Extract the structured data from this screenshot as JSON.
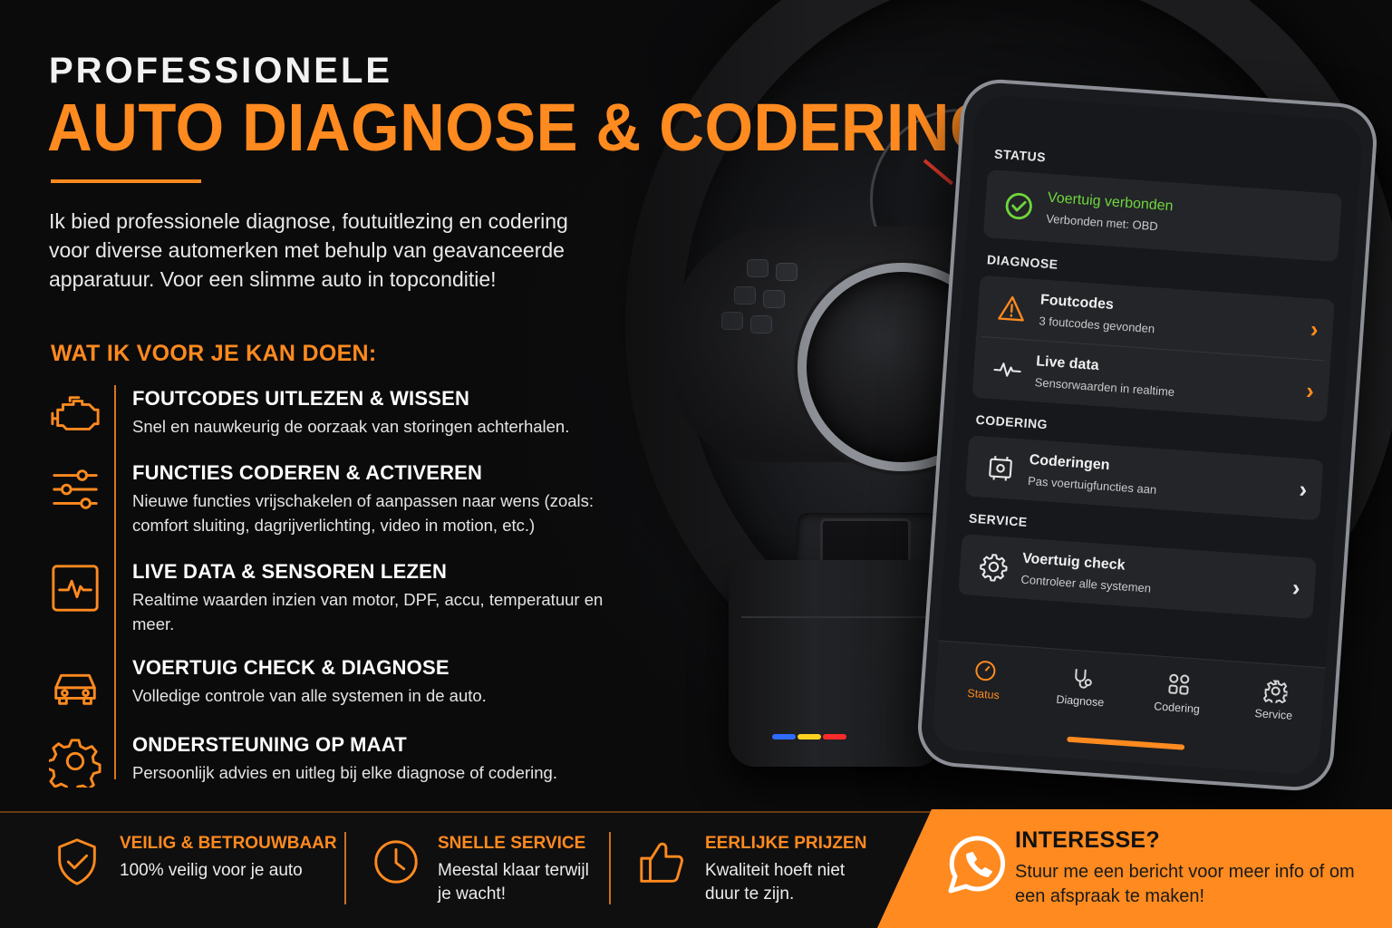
{
  "header": {
    "pre_title": "PROFESSIONELE",
    "main_title": "AUTO DIAGNOSE & CODERING",
    "intro": "Ik bied professionele diagnose, foutuitlezing en codering voor diverse automerken met behulp van geavanceerde apparatuur. Voor een slimme auto in topconditie!"
  },
  "services": {
    "heading": "WAT IK VOOR JE KAN DOEN:",
    "items": [
      {
        "icon": "engine-icon",
        "title": "FOUTCODES UITLEZEN & WISSEN",
        "desc": "Snel en nauwkeurig de oorzaak van storingen achterhalen."
      },
      {
        "icon": "sliders-icon",
        "title": "FUNCTIES CODEREN & ACTIVEREN",
        "desc": "Nieuwe functies vrijschakelen of aanpassen naar wens (zoals: comfort sluiting, dagrijverlichting, video in motion, etc.)"
      },
      {
        "icon": "pulse-monitor-icon",
        "title": "LIVE DATA & SENSOREN LEZEN",
        "desc": "Realtime waarden inzien van motor, DPF, accu, temperatuur en meer."
      },
      {
        "icon": "car-icon",
        "title": "VOERTUIG CHECK & DIAGNOSE",
        "desc": "Volledige controle van alle systemen in de auto."
      },
      {
        "icon": "gear-icon",
        "title": "ONDERSTEUNING OP MAAT",
        "desc": "Persoonlijk advies en uitleg bij elke diagnose of codering."
      }
    ]
  },
  "phone": {
    "status_label": "STATUS",
    "status_title": "Voertuig verbonden",
    "status_sub": "Verbonden met: OBD",
    "diagnose_label": "DIAGNOSE",
    "foutcodes_title": "Foutcodes",
    "foutcodes_sub": "3 foutcodes gevonden",
    "livedata_title": "Live data",
    "livedata_sub": "Sensorwaarden in realtime",
    "codering_label": "CODERING",
    "coderingen_title": "Coderingen",
    "coderingen_sub": "Pas voertuigfuncties aan",
    "service_label": "SERVICE",
    "check_title": "Voertuig check",
    "check_sub": "Controleer alle systemen",
    "tabs": [
      "Status",
      "Diagnose",
      "Codering",
      "Service"
    ]
  },
  "features": [
    {
      "icon": "shield-check-icon",
      "title": "VEILIG & BETROUWBAAR",
      "desc": "100% veilig voor je auto"
    },
    {
      "icon": "clock-icon",
      "title": "SNELLE SERVICE",
      "desc": "Meestal klaar terwijl je wacht!"
    },
    {
      "icon": "thumbs-up-icon",
      "title": "EERLIJKE PRIJZEN",
      "desc": "Kwaliteit hoeft niet duur te zijn."
    }
  ],
  "cta": {
    "title": "INTERESSE?",
    "desc": "Stuur me een bericht voor meer info of om een afspraak te maken!"
  },
  "colors": {
    "accent": "#ff8a1f",
    "ok": "#6fd63b",
    "background": "#0b0b0c"
  }
}
